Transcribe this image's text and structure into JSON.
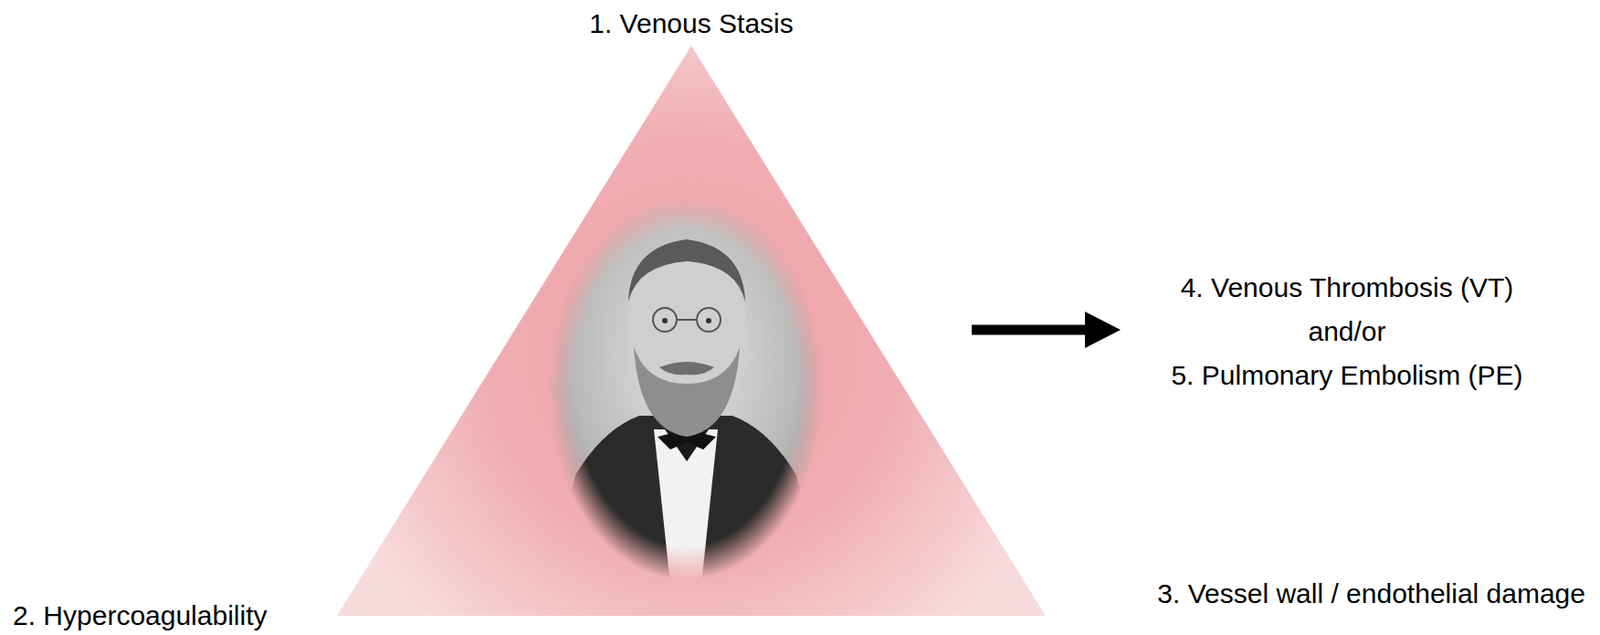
{
  "diagram": {
    "labels": [
      "1. Venous Stasis",
      "2. Hypercoagulability",
      "3. Vessel wall / endothelial damage",
      "4. Venous Thrombosis (VT)",
      "and/or",
      "5. Pulmonary Embolism (PE)"
    ]
  }
}
